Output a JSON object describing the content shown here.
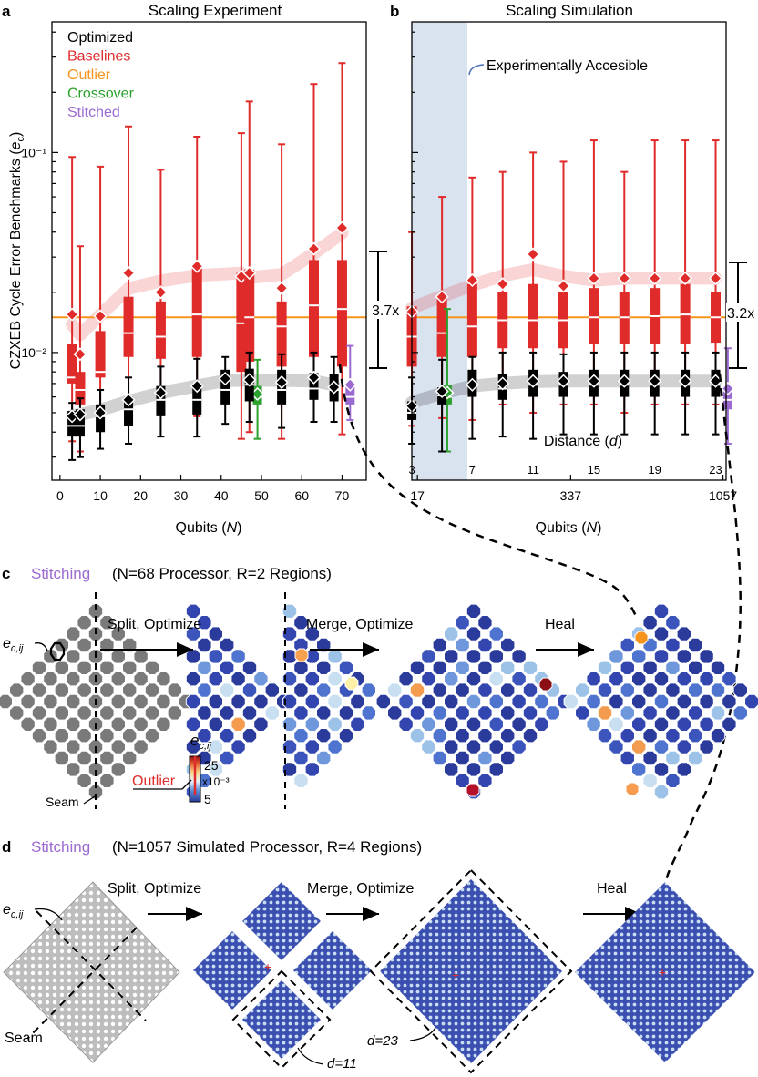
{
  "panels": {
    "a": {
      "letter": "a",
      "title": "Scaling Experiment"
    },
    "b": {
      "letter": "b",
      "title": "Scaling Simulation"
    },
    "c": {
      "letter": "c",
      "label": "Stitching",
      "desc": "(N=68 Processor, R=2 Regions)"
    },
    "d": {
      "letter": "d",
      "label": "Stitching",
      "desc": "(N=1057 Simulated Processor, R=4 Regions)"
    }
  },
  "legend": [
    {
      "label": "Optimized",
      "color": "#000000"
    },
    {
      "label": "Baselines",
      "color": "#e02b2b"
    },
    {
      "label": "Outlier",
      "color": "#f7941d"
    },
    {
      "label": "Crossover",
      "color": "#2ca02c"
    },
    {
      "label": "Stitched",
      "color": "#9a6ad1"
    }
  ],
  "colors": {
    "optimized": "#000000",
    "baseline": "#e02b2b",
    "outlier": "#f7941d",
    "crossover": "#2ca02c",
    "stitched": "#9a6ad1",
    "shade": "#d9e2ef",
    "annot": "#4a72b8",
    "grid_gray": "#777777"
  },
  "annotations": {
    "ratio_a": "3.7x",
    "ratio_b": "3.2x",
    "accessible": "Experimentally Accesible",
    "distance": "Distance (d)"
  },
  "chart_data": [
    {
      "type": "box",
      "title": "Scaling Experiment",
      "ylabel": "CZXEB Cycle Error Benchmarks (e_c)",
      "xlabel": "Qubits (N)",
      "xlim": [
        -2,
        76
      ],
      "ylim": [
        0.0023,
        0.45
      ],
      "yscale": "log",
      "xticks": [
        0,
        10,
        20,
        30,
        40,
        50,
        60,
        70
      ],
      "yticks": [
        {
          "value": 0.01,
          "label": "10⁻²"
        },
        {
          "value": 0.1,
          "label": "10⁻¹"
        }
      ],
      "outlier_line": 0.015,
      "series": [
        {
          "name": "Baselines",
          "boxes": [
            {
              "x": 3,
              "whisker": [
                0.0036,
                0.095
              ],
              "q": [
                0.007,
                0.011
              ],
              "median": 0.0075,
              "mean": 0.0155
            },
            {
              "x": 5,
              "whisker": [
                0.0032,
                0.034
              ],
              "q": [
                0.0055,
                0.008
              ],
              "median": 0.0065,
              "mean": 0.0098
            },
            {
              "x": 10,
              "whisker": [
                0.0045,
                0.085
              ],
              "q": [
                0.0075,
                0.0128
              ],
              "median": 0.008,
              "mean": 0.0152
            },
            {
              "x": 17,
              "whisker": [
                0.0053,
                0.135
              ],
              "q": [
                0.0095,
                0.019
              ],
              "median": 0.0125,
              "mean": 0.025
            },
            {
              "x": 25,
              "whisker": [
                0.006,
                0.082
              ],
              "q": [
                0.0093,
                0.018
              ],
              "median": 0.012,
              "mean": 0.02
            },
            {
              "x": 34,
              "whisker": [
                0.0048,
                0.12
              ],
              "q": [
                0.0095,
                0.027
              ],
              "median": 0.0155,
              "mean": 0.027
            },
            {
              "x": 45,
              "whisker": [
                0.0037,
                0.125
              ],
              "q": [
                0.008,
                0.025
              ],
              "median": 0.014,
              "mean": 0.024
            },
            {
              "x": 47,
              "whisker": [
                0.004,
                0.18
              ],
              "q": [
                0.009,
                0.026
              ],
              "median": 0.015,
              "mean": 0.025
            },
            {
              "x": 55,
              "whisker": [
                0.0037,
                0.11
              ],
              "q": [
                0.0085,
                0.018
              ],
              "median": 0.0135,
              "mean": 0.021
            },
            {
              "x": 63,
              "whisker": [
                0.0045,
                0.22
              ],
              "q": [
                0.0095,
                0.029
              ],
              "median": 0.0172,
              "mean": 0.033
            },
            {
              "x": 70,
              "whisker": [
                0.0039,
                0.28
              ],
              "q": [
                0.0085,
                0.029
              ],
              "median": 0.0165,
              "mean": 0.042
            }
          ]
        },
        {
          "name": "Optimized",
          "boxes": [
            {
              "x": 3,
              "whisker": [
                0.0029,
                0.0056
              ],
              "q": [
                0.0038,
                0.0051
              ],
              "median": 0.0043,
              "mean": 0.0048
            },
            {
              "x": 5,
              "whisker": [
                0.003,
                0.0059
              ],
              "q": [
                0.0038,
                0.0052
              ],
              "median": 0.0043,
              "mean": 0.0049
            },
            {
              "x": 10,
              "whisker": [
                0.0033,
                0.0065
              ],
              "q": [
                0.004,
                0.0055
              ],
              "median": 0.0048,
              "mean": 0.005
            },
            {
              "x": 17,
              "whisker": [
                0.0035,
                0.0075
              ],
              "q": [
                0.0043,
                0.006
              ],
              "median": 0.0052,
              "mean": 0.0058
            },
            {
              "x": 25,
              "whisker": [
                0.0038,
                0.0085
              ],
              "q": [
                0.0048,
                0.0068
              ],
              "median": 0.0058,
              "mean": 0.0063
            },
            {
              "x": 34,
              "whisker": [
                0.0038,
                0.0093
              ],
              "q": [
                0.0049,
                0.007
              ],
              "median": 0.0058,
              "mean": 0.0068
            },
            {
              "x": 41,
              "whisker": [
                0.0044,
                0.0095
              ],
              "q": [
                0.0055,
                0.0082
              ],
              "median": 0.0065,
              "mean": 0.0074
            },
            {
              "x": 47,
              "whisker": [
                0.0045,
                0.01
              ],
              "q": [
                0.0057,
                0.0083
              ],
              "median": 0.0069,
              "mean": 0.0073
            },
            {
              "x": 55,
              "whisker": [
                0.0042,
                0.0098
              ],
              "q": [
                0.0055,
                0.0082
              ],
              "median": 0.0065,
              "mean": 0.0071
            },
            {
              "x": 63,
              "whisker": [
                0.0045,
                0.01
              ],
              "q": [
                0.0058,
                0.0079
              ],
              "median": 0.0066,
              "mean": 0.0075
            },
            {
              "x": 68,
              "whisker": [
                0.0045,
                0.0095
              ],
              "q": [
                0.0057,
                0.0078
              ],
              "median": 0.0065,
              "mean": 0.0067
            }
          ]
        },
        {
          "name": "Crossover",
          "boxes": [
            {
              "x": 49,
              "whisker": [
                0.0037,
                0.0092
              ],
              "q": [
                0.0055,
                0.0068
              ],
              "median": 0.006,
              "mean": 0.0062
            }
          ]
        },
        {
          "name": "Stitched",
          "boxes": [
            {
              "x": 72,
              "whisker": [
                0.0046,
                0.0108
              ],
              "q": [
                0.0055,
                0.0068
              ],
              "median": 0.006,
              "mean": 0.0069
            }
          ]
        }
      ]
    },
    {
      "type": "box",
      "title": "Scaling Simulation",
      "xlabel": "Qubits (N)",
      "x_secondary_label": "Distance (d)",
      "ylim": [
        0.0023,
        0.45
      ],
      "yscale": "log",
      "xscale": "sqrt",
      "xlim": [
        3.6,
        32.8
      ],
      "xticks": [
        {
          "value": 17,
          "label": "17"
        },
        {
          "value": 337,
          "label": "337"
        },
        {
          "value": 1057,
          "label": "1057"
        }
      ],
      "dticks": [
        3,
        7,
        11,
        15,
        19,
        23
      ],
      "outlier_line": 0.015,
      "series": [
        {
          "name": "Baselines",
          "boxes": [
            {
              "d": 3,
              "whisker": [
                0.0043,
                0.04
              ],
              "q": [
                0.0085,
                0.017
              ],
              "median": 0.012,
              "mean": 0.016
            },
            {
              "d": 5,
              "whisker": [
                0.0047,
                0.06
              ],
              "q": [
                0.0095,
                0.019
              ],
              "median": 0.0125,
              "mean": 0.019
            },
            {
              "d": 7,
              "whisker": [
                0.0046,
                0.075
              ],
              "q": [
                0.0095,
                0.022
              ],
              "median": 0.0135,
              "mean": 0.023
            },
            {
              "d": 9,
              "whisker": [
                0.0055,
                0.08
              ],
              "q": [
                0.0105,
                0.02
              ],
              "median": 0.0145,
              "mean": 0.022
            },
            {
              "d": 11,
              "whisker": [
                0.005,
                0.1
              ],
              "q": [
                0.0105,
                0.022
              ],
              "median": 0.0145,
              "mean": 0.031
            },
            {
              "d": 13,
              "whisker": [
                0.0055,
                0.09
              ],
              "q": [
                0.0105,
                0.02
              ],
              "median": 0.0145,
              "mean": 0.0215
            },
            {
              "d": 15,
              "whisker": [
                0.0055,
                0.115
              ],
              "q": [
                0.011,
                0.021
              ],
              "median": 0.015,
              "mean": 0.0235
            },
            {
              "d": 17,
              "whisker": [
                0.005,
                0.08
              ],
              "q": [
                0.011,
                0.02
              ],
              "median": 0.015,
              "mean": 0.0235
            },
            {
              "d": 19,
              "whisker": [
                0.0055,
                0.115
              ],
              "q": [
                0.011,
                0.021
              ],
              "median": 0.0152,
              "mean": 0.0235
            },
            {
              "d": 21,
              "whisker": [
                0.0055,
                0.115
              ],
              "q": [
                0.011,
                0.022
              ],
              "median": 0.0155,
              "mean": 0.0235
            },
            {
              "d": 23,
              "whisker": [
                0.0055,
                0.115
              ],
              "q": [
                0.0112,
                0.02
              ],
              "median": 0.015,
              "mean": 0.0235
            }
          ]
        },
        {
          "name": "Optimized",
          "boxes": [
            {
              "d": 3,
              "whisker": [
                0.0035,
                0.0075
              ],
              "q": [
                0.0046,
                0.0057
              ],
              "median": 0.005,
              "mean": 0.0054
            },
            {
              "d": 5,
              "whisker": [
                0.0032,
                0.0092
              ],
              "q": [
                0.0055,
                0.0067
              ],
              "median": 0.0061,
              "mean": 0.0064
            },
            {
              "d": 7,
              "whisker": [
                0.0037,
                0.0095
              ],
              "q": [
                0.006,
                0.0082
              ],
              "median": 0.0068,
              "mean": 0.0069
            },
            {
              "d": 9,
              "whisker": [
                0.0038,
                0.01
              ],
              "q": [
                0.0058,
                0.0078
              ],
              "median": 0.0066,
              "mean": 0.007
            },
            {
              "d": 11,
              "whisker": [
                0.0037,
                0.01
              ],
              "q": [
                0.006,
                0.0082
              ],
              "median": 0.0069,
              "mean": 0.0072
            },
            {
              "d": 13,
              "whisker": [
                0.0039,
                0.0098
              ],
              "q": [
                0.006,
                0.008
              ],
              "median": 0.0069,
              "mean": 0.0072
            },
            {
              "d": 15,
              "whisker": [
                0.0039,
                0.01
              ],
              "q": [
                0.006,
                0.0082
              ],
              "median": 0.0069,
              "mean": 0.0072
            },
            {
              "d": 17,
              "whisker": [
                0.0039,
                0.01
              ],
              "q": [
                0.006,
                0.0082
              ],
              "median": 0.0069,
              "mean": 0.0072
            },
            {
              "d": 19,
              "whisker": [
                0.0039,
                0.01
              ],
              "q": [
                0.006,
                0.0082
              ],
              "median": 0.0069,
              "mean": 0.0072
            },
            {
              "d": 21,
              "whisker": [
                0.0039,
                0.01
              ],
              "q": [
                0.006,
                0.0082
              ],
              "median": 0.0069,
              "mean": 0.0072
            },
            {
              "d": 23,
              "whisker": [
                0.0039,
                0.01
              ],
              "q": [
                0.006,
                0.0082
              ],
              "median": 0.0069,
              "mean": 0.0072
            }
          ]
        },
        {
          "name": "Crossover",
          "boxes": [
            {
              "d": 5.35,
              "whisker": [
                0.0032,
                0.0165
              ],
              "q": [
                0.0055,
                0.0069
              ],
              "median": 0.006,
              "mean": 0.0063
            }
          ]
        },
        {
          "name": "Stitched",
          "boxes": [
            {
              "d": 23.8,
              "whisker": [
                0.0035,
                0.0105
              ],
              "q": [
                0.0052,
                0.0065
              ],
              "median": 0.0058,
              "mean": 0.0066
            }
          ]
        }
      ]
    }
  ],
  "stitching_c": {
    "e_label": "e",
    "e_sub": "c,ij",
    "step1": "Split, Optimize",
    "step2": "Merge, Optimize",
    "step3": "Heal",
    "seam": "Seam",
    "colorbar": {
      "title": "e",
      "title_sub": "c,ij",
      "max": "25",
      "min": "5",
      "scale": "x10⁻³",
      "outlier": "Outlier"
    }
  },
  "stitching_d": {
    "e_label": "e",
    "e_sub": "c,ij",
    "step1": "Split, Optimize",
    "step2": "Merge, Optimize",
    "step3": "Heal",
    "seam": "Seam",
    "d11": "d=11",
    "d23": "d=23"
  }
}
